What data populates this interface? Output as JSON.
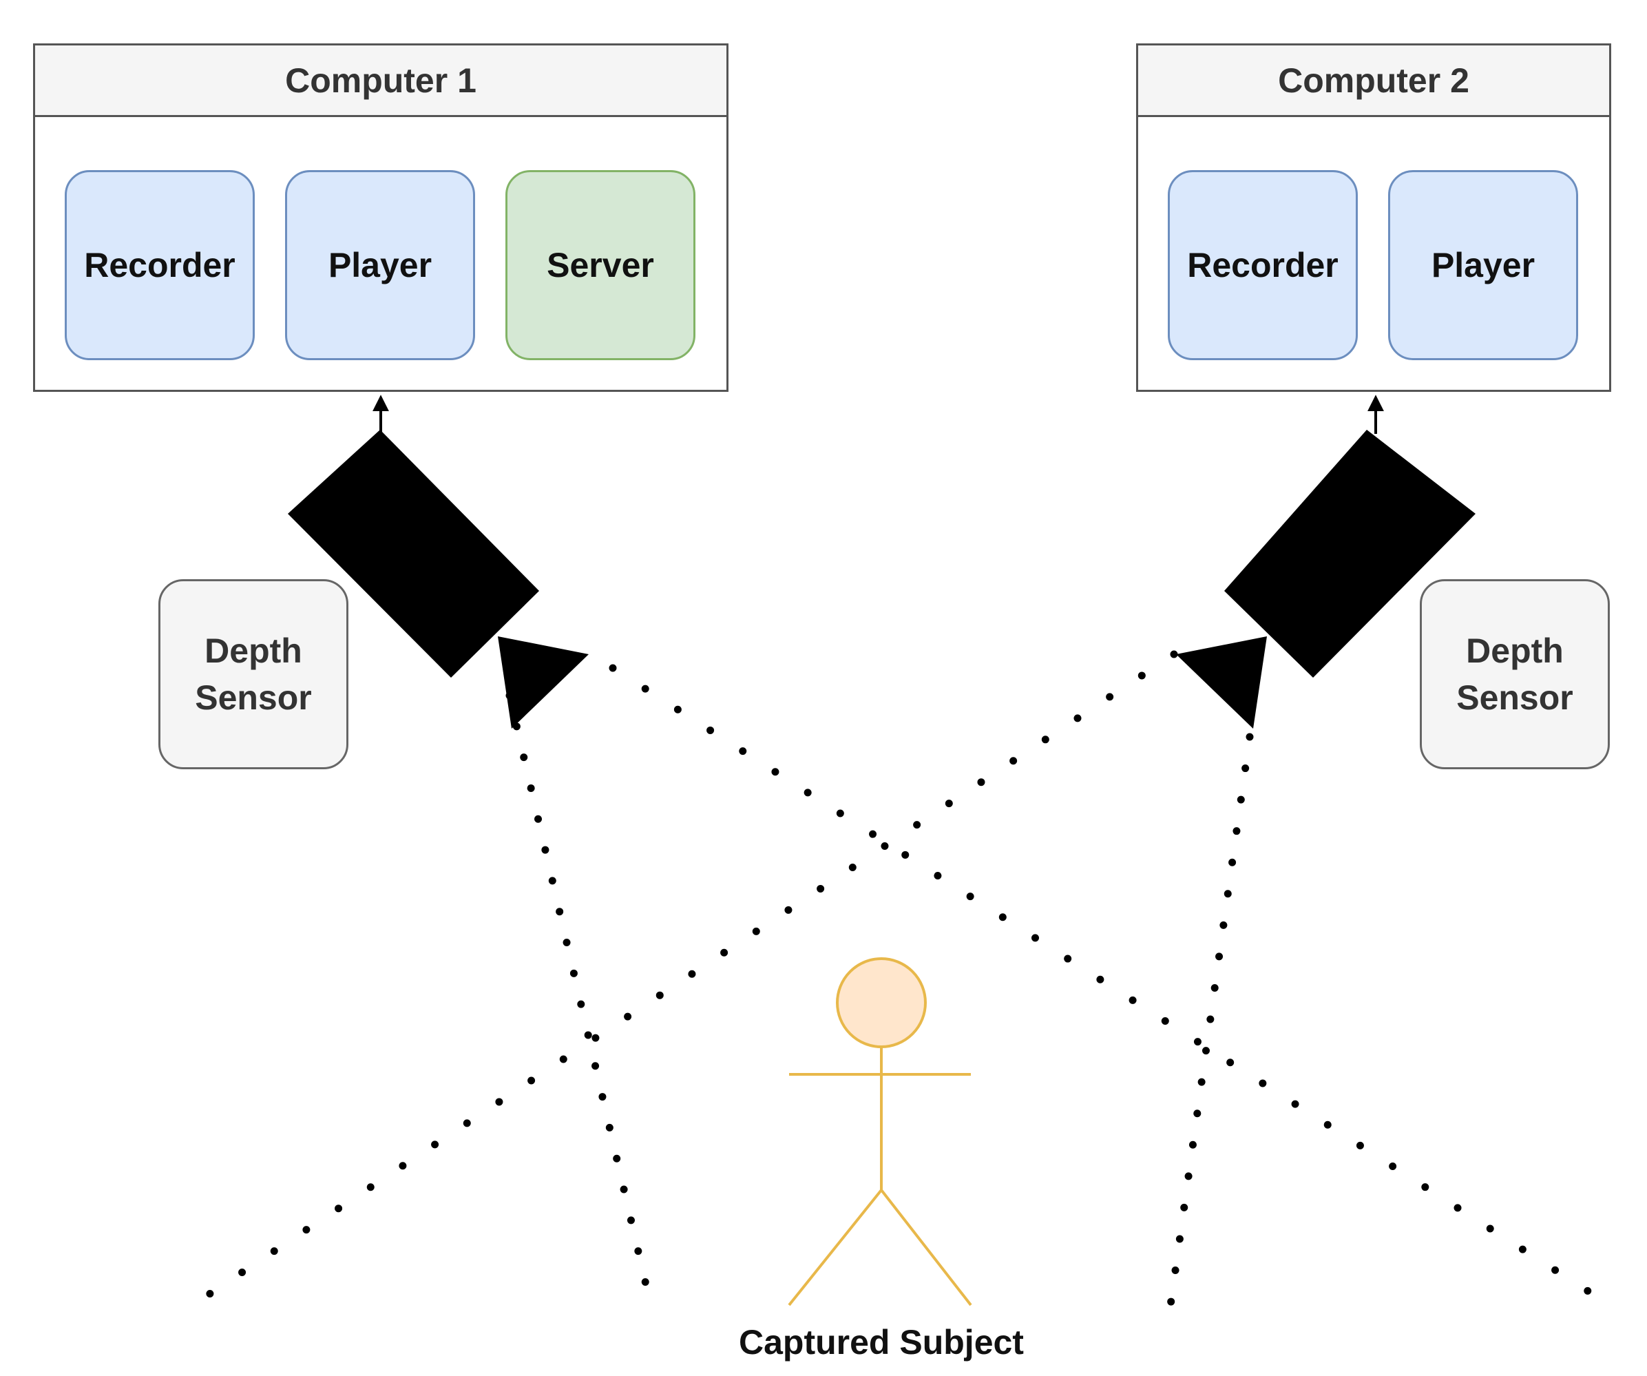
{
  "computers": [
    {
      "title": "Computer 1",
      "modules": [
        "Recorder",
        "Player",
        "Server"
      ]
    },
    {
      "title": "Computer 2",
      "modules": [
        "Recorder",
        "Player"
      ]
    }
  ],
  "sensors": {
    "left": "Depth\nSensor",
    "right": "Depth\nSensor"
  },
  "subject": {
    "label": "Captured Subject"
  },
  "colors": {
    "module_blue_fill": "#dae8fc",
    "module_blue_stroke": "#6c8ebf",
    "module_green_fill": "#d5e8d4",
    "module_green_stroke": "#82b366",
    "subject_head_fill": "#ffe6cc",
    "subject_stroke": "#e8b84a",
    "camera": "#000000"
  }
}
